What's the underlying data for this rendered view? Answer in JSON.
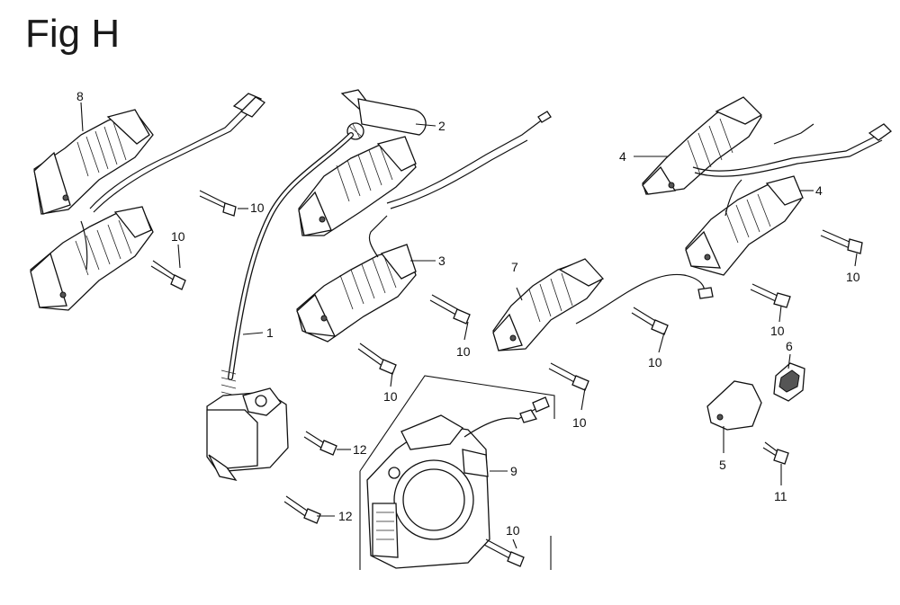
{
  "figure": {
    "title": "Fig H"
  },
  "callouts": {
    "c8": "8",
    "c2": "2",
    "c4a": "4",
    "c4b": "4",
    "c10a": "10",
    "c10b": "10",
    "c3": "3",
    "c7": "7",
    "c1": "1",
    "c10c": "10",
    "c10d": "10",
    "c10e": "10",
    "c10f": "10",
    "c10g": "10",
    "c6": "6",
    "c10h": "10",
    "c12a": "12",
    "c9": "9",
    "c5": "5",
    "c12b": "12",
    "c10i": "10",
    "c11": "11"
  }
}
